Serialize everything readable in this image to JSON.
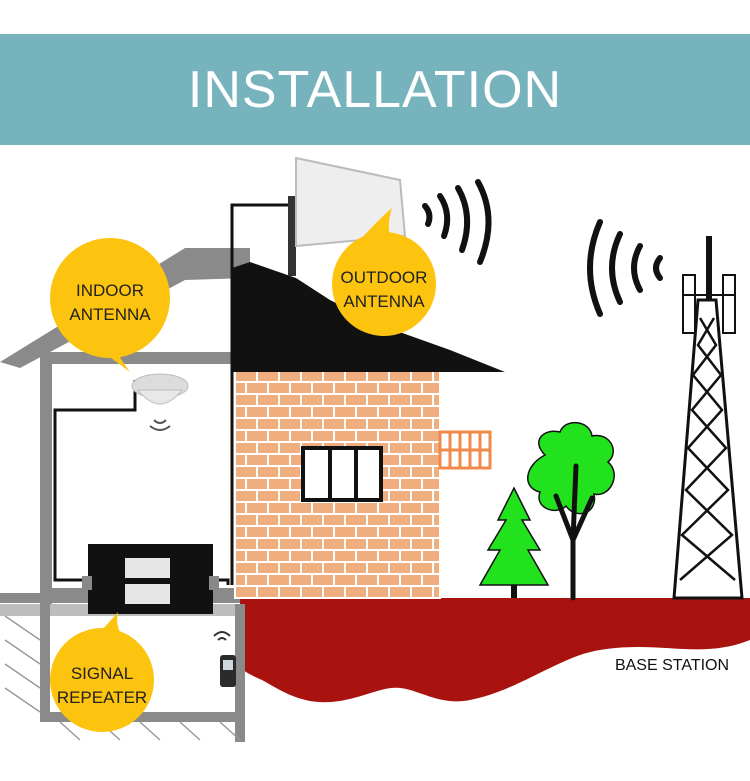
{
  "title": "INSTALLATION",
  "callouts": {
    "indoor": [
      "INDOOR",
      "ANTENNA"
    ],
    "outdoor": [
      "OUTDOOR",
      "ANTENNA"
    ],
    "repeater": [
      "SIGNAL",
      "REPEATER"
    ]
  },
  "base_station_label": "BASE STATION",
  "colors": {
    "banner": "#76b3bd",
    "callout": "#fcc30f",
    "brick": "#f0ae7e",
    "roof": "#111111",
    "ground": "#a8120f",
    "tree": "#22e21e",
    "wall": "#8a8a8a"
  }
}
